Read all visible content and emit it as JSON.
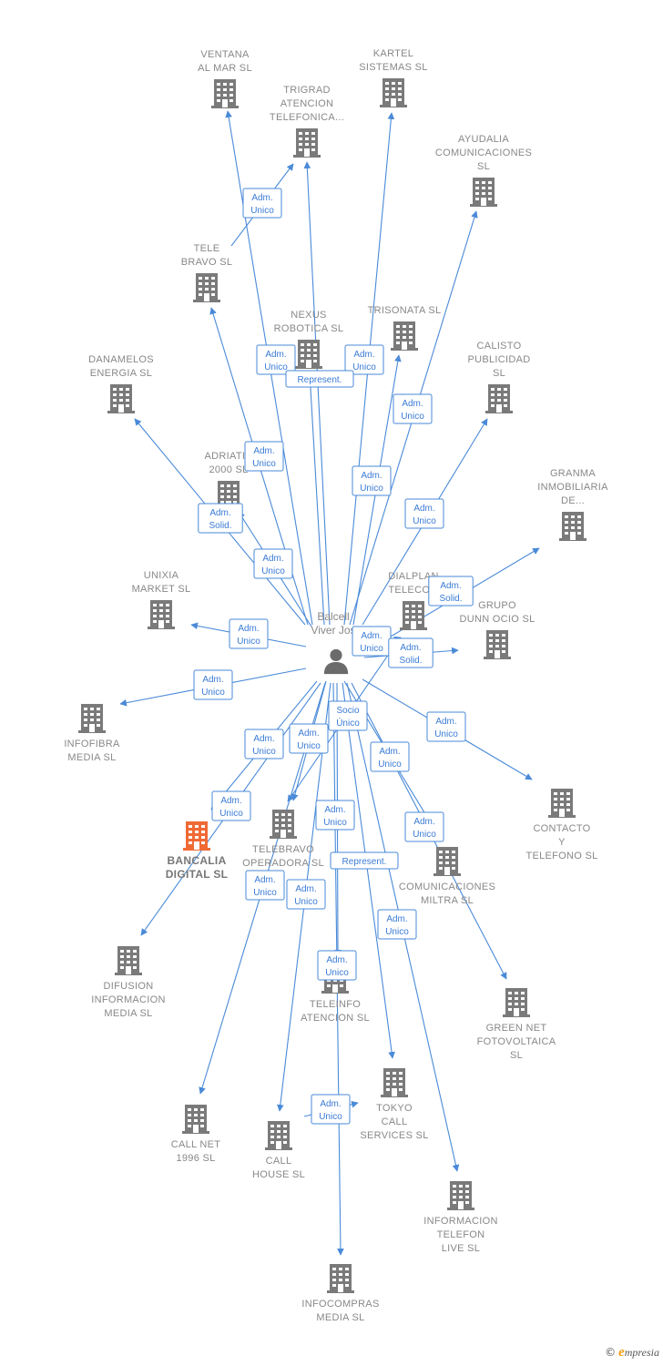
{
  "colors": {
    "edge": "#4a8ad8",
    "building": "#7a7a7a",
    "focus_building": "#f06a35",
    "person": "#6b6b6b",
    "label_text": "#888888"
  },
  "person": {
    "id": "person",
    "label": [
      "Balcell",
      "Viver Jos"
    ],
    "icon": "person-icon"
  },
  "companies": [
    {
      "id": "ventana",
      "label": [
        "VENTANA",
        "AL MAR SL"
      ],
      "icon": "building-icon"
    },
    {
      "id": "kartel",
      "label": [
        "KARTEL",
        "SISTEMAS  SL"
      ],
      "icon": "building-icon"
    },
    {
      "id": "trigrad",
      "label": [
        "TRIGRAD",
        "ATENCION",
        "TELEFONICA..."
      ],
      "icon": "building-icon"
    },
    {
      "id": "ayudalia",
      "label": [
        "AYUDALIA",
        "COMUNICACIONES",
        "SL"
      ],
      "icon": "building-icon"
    },
    {
      "id": "telebravo",
      "label": [
        "TELE",
        "BRAVO SL"
      ],
      "icon": "building-icon"
    },
    {
      "id": "nexus",
      "label": [
        "NEXUS",
        "ROBOTICA  SL"
      ],
      "icon": "building-icon"
    },
    {
      "id": "trisonata",
      "label": [
        "TRISONATA SL"
      ],
      "icon": "building-icon"
    },
    {
      "id": "calisto",
      "label": [
        "CALISTO",
        "PUBLICIDAD",
        "SL"
      ],
      "icon": "building-icon"
    },
    {
      "id": "danamelos",
      "label": [
        "DANAMELOS",
        "ENERGIA  SL"
      ],
      "icon": "building-icon"
    },
    {
      "id": "adriatic",
      "label": [
        "ADRIATIC",
        "2000 SL"
      ],
      "icon": "building-icon"
    },
    {
      "id": "granma",
      "label": [
        "GRANMA",
        "INMOBILIARIA",
        "DE..."
      ],
      "icon": "building-icon"
    },
    {
      "id": "unixia",
      "label": [
        "UNIXIA",
        "MARKET  SL"
      ],
      "icon": "building-icon"
    },
    {
      "id": "dialplan",
      "label": [
        "DIALPLAN",
        "TELECOM"
      ],
      "icon": "building-icon"
    },
    {
      "id": "grupodunn",
      "label": [
        "GRUPO",
        "DUNN OCIO  SL"
      ],
      "icon": "building-icon"
    },
    {
      "id": "infofibra",
      "label": [
        "INFOFIBRA",
        "MEDIA  SL"
      ],
      "icon": "building-icon"
    },
    {
      "id": "contacto",
      "label": [
        "CONTACTO",
        "Y",
        "TELEFONO  SL"
      ],
      "icon": "building-icon"
    },
    {
      "id": "bancalia",
      "label": [
        "BANCALIA",
        "DIGITAL  SL"
      ],
      "icon": "building-icon",
      "focus": true
    },
    {
      "id": "telebravoop",
      "label": [
        "TELEBRAVO",
        "OPERADORA SL"
      ],
      "icon": "building-icon"
    },
    {
      "id": "comunicaciones",
      "label": [
        "COMUNICACIONES",
        "MILTRA  SL"
      ],
      "icon": "building-icon"
    },
    {
      "id": "difusion",
      "label": [
        "DIFUSION",
        "INFORMACION",
        "MEDIA  SL"
      ],
      "icon": "building-icon"
    },
    {
      "id": "teleinfo",
      "label": [
        "TELEINFO",
        "ATENCION  SL"
      ],
      "icon": "building-icon"
    },
    {
      "id": "greennet",
      "label": [
        "GREEN NET",
        "FOTOVOLTAICA",
        "SL"
      ],
      "icon": "building-icon"
    },
    {
      "id": "tokyo",
      "label": [
        "TOKYO",
        "CALL",
        "SERVICES  SL"
      ],
      "icon": "building-icon"
    },
    {
      "id": "callnet",
      "label": [
        "CALL NET",
        "1996  SL"
      ],
      "icon": "building-icon"
    },
    {
      "id": "callhouse",
      "label": [
        "CALL",
        "HOUSE SL"
      ],
      "icon": "building-icon"
    },
    {
      "id": "informacion",
      "label": [
        "INFORMACION",
        "TELEFON",
        "LIVE  SL"
      ],
      "icon": "building-icon"
    },
    {
      "id": "infocompras",
      "label": [
        "INFOCOMPRAS",
        "MEDIA  SL"
      ],
      "icon": "building-icon"
    }
  ],
  "relations": [
    {
      "from": "person",
      "to": "ventana",
      "label": []
    },
    {
      "from": "telebravo",
      "to": "trigrad",
      "label": [
        "Adm.",
        "Unico"
      ]
    },
    {
      "from": "person",
      "to": "kartel",
      "label": [
        "Adm.",
        "Unico"
      ]
    },
    {
      "from": "person",
      "to": "trigrad",
      "label": [
        "Adm.",
        "Unico"
      ]
    },
    {
      "from": "person",
      "to": "ayudalia",
      "label": [
        "Adm.",
        "Unico"
      ]
    },
    {
      "from": "person",
      "to": "telebravo",
      "label": [
        "Adm.",
        "Unico"
      ]
    },
    {
      "from": "person",
      "to": "nexus",
      "label": [
        "Represent."
      ]
    },
    {
      "from": "person",
      "to": "trisonata",
      "label": [
        "Adm.",
        "Unico"
      ]
    },
    {
      "from": "person",
      "to": "calisto",
      "label": [
        "Adm.",
        "Unico"
      ]
    },
    {
      "from": "person",
      "to": "danamelos",
      "label": [
        "Adm.",
        "Solid."
      ]
    },
    {
      "from": "person",
      "to": "adriatic",
      "label": [
        "Adm.",
        "Unico"
      ]
    },
    {
      "from": "person",
      "to": "granma",
      "label": [
        "Adm.",
        "Solid."
      ]
    },
    {
      "from": "person",
      "to": "unixia",
      "label": [
        "Adm.",
        "Unico"
      ]
    },
    {
      "from": "person",
      "to": "dialplan",
      "label": [
        "Adm.",
        "Unico"
      ]
    },
    {
      "from": "person",
      "to": "grupodunn",
      "label": [
        "Adm.",
        "Solid."
      ]
    },
    {
      "from": "person",
      "to": "infofibra",
      "label": [
        "Adm.",
        "Unico"
      ]
    },
    {
      "from": "person",
      "to": "contacto",
      "label": [
        "Adm.",
        "Unico"
      ]
    },
    {
      "from": "person",
      "to": "bancalia",
      "label": [
        "Adm.",
        "Unico"
      ]
    },
    {
      "from": "person",
      "to": "telebravoop",
      "label": [
        "Adm.",
        "Unico"
      ]
    },
    {
      "from": "person",
      "to": "comunicaciones",
      "label": [
        "Adm.",
        "Unico"
      ]
    },
    {
      "from": "person",
      "to": "difusion",
      "label": [
        "Adm.",
        "Unico"
      ]
    },
    {
      "from": "person",
      "to": "teleinfo",
      "label": [
        "Adm.",
        "Unico"
      ]
    },
    {
      "from": "person",
      "to": "greennet",
      "label": [
        "Adm.",
        "Unico"
      ]
    },
    {
      "from": "person",
      "to": "tokyo",
      "label": [
        "Represent."
      ]
    },
    {
      "from": "person",
      "to": "callnet",
      "label": [
        "Adm.",
        "Unico"
      ]
    },
    {
      "from": "person",
      "to": "callhouse",
      "label": [
        "Adm.",
        "Unico"
      ]
    },
    {
      "from": "person",
      "to": "informacion",
      "label": [
        "Adm.",
        "Unico"
      ]
    },
    {
      "from": "person",
      "to": "infocompras",
      "label": [
        "Adm.",
        "Unico"
      ]
    },
    {
      "from": "person",
      "to": "telebravoop",
      "label": [
        "Socio",
        "Único"
      ]
    },
    {
      "from": "callhouse",
      "to": "tokyo",
      "label": [
        "Adm.",
        "Unico"
      ]
    }
  ],
  "footer": {
    "copyright": "©",
    "brand_initial": "e",
    "brand_rest": "mpresia"
  }
}
